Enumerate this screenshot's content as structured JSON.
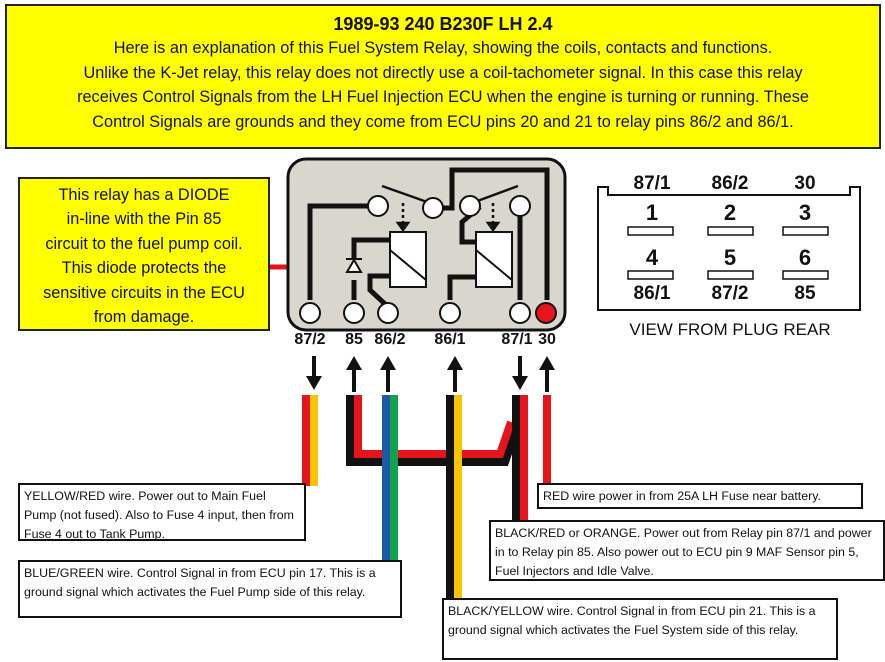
{
  "header": {
    "title": "1989-93 240 B230F LH 2.4",
    "lines": [
      "Here is an explanation of this Fuel System Relay, showing the coils, contacts and functions.",
      "Unlike the K-Jet relay, this relay does not directly use a coil-tachometer signal. In this case this relay",
      "receives Control Signals from the LH Fuel Injection ECU when the engine is turning or running. These",
      "Control Signals are grounds and they come from ECU pins 20 and 21 to relay pins 86/2 and 86/1."
    ]
  },
  "diode_note": [
    "This relay has a DIODE",
    "in-line with the Pin 85",
    "circuit to the fuel pump coil.",
    "This diode protects the",
    "sensitive circuits in the ECU",
    "from damage."
  ],
  "relay_pins": [
    "87/2",
    "85",
    "86/2",
    "86/1",
    "87/1",
    "30"
  ],
  "plug": {
    "top_labels": [
      "87/1",
      "86/2",
      "30"
    ],
    "top_numbers": [
      "1",
      "2",
      "3"
    ],
    "bottom_numbers": [
      "4",
      "5",
      "6"
    ],
    "bottom_labels": [
      "86/1",
      "87/2",
      "85"
    ],
    "caption": "VIEW FROM PLUG REAR"
  },
  "notes": {
    "yellow_red": "YELLOW/RED wire. Power out to Main Fuel Pump (not fused). Also to Fuse 4 input, then from Fuse 4 out to Tank Pump.",
    "red": "RED wire power in from 25A LH Fuse near battery.",
    "black_red": "BLACK/RED or ORANGE. Power out from Relay pin 87/1 and power in to Relay pin 85. Also power out to ECU pin 9 MAF Sensor pin 5, Fuel Injectors and Idle Valve.",
    "blue_green": "BLUE/GREEN wire. Control Signal in from ECU pin 17. This is a ground signal which activates the Fuel Pump side of this relay.",
    "black_yellow": "BLACK/YELLOW wire. Control Signal in from ECU pin 21. This is a ground signal which activates the Fuel System side of this relay."
  },
  "colors": {
    "yellow": "#ffff00",
    "relay_body": "#d9d6ce",
    "red": "#e8141b",
    "wire_yellow": "#f7c400",
    "wire_blue": "#1c5aa6",
    "wire_green": "#12a34a"
  }
}
